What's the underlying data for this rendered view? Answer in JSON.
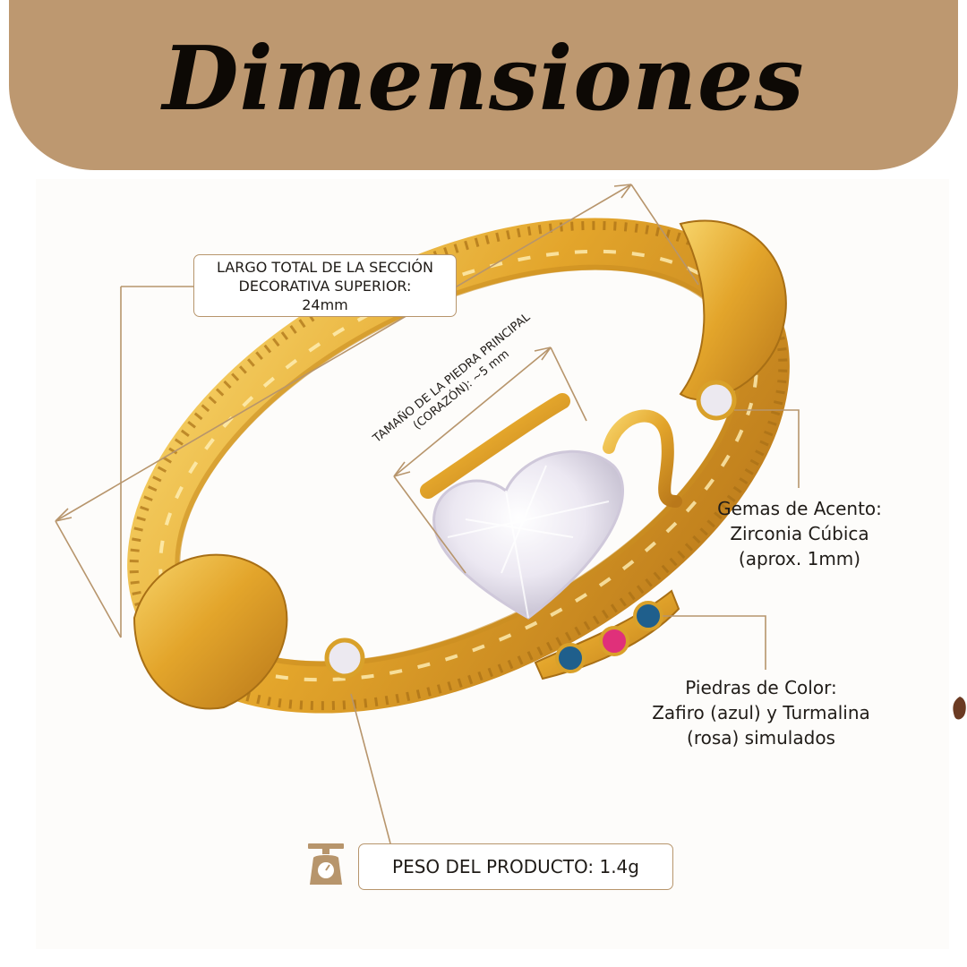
{
  "header": {
    "title": "Dimensiones"
  },
  "labels": {
    "total_length": {
      "line1": "LARGO TOTAL DE LA SECCIÓN",
      "line2": "DECORATIVA SUPERIOR:",
      "line3": "24mm"
    },
    "main_stone": {
      "line1": "TAMAÑO DE LA PIEDRA PRINCIPAL",
      "line2": "(CORAZÓN): ~5 mm"
    },
    "accent_gems": {
      "line1": "Gemas de Acento:",
      "line2": "Zirconia Cúbica",
      "line3": "(aprox. 1mm)"
    },
    "color_stones": {
      "line1": "Piedras de Color:",
      "line2": "Zafiro (azul) y Turmalina",
      "line3": "(rosa) simulados"
    },
    "weight": {
      "text": "PESO DEL PRODUCTO: 1.4g"
    }
  },
  "icons": {
    "scale": "scale-icon"
  },
  "colors": {
    "banner": "#bd9870",
    "title": "#0d0905",
    "accent_line": "#b7956c",
    "gold": "#e0a52a",
    "sapphire": "#1f5f8c",
    "tourmaline": "#e0307a"
  }
}
